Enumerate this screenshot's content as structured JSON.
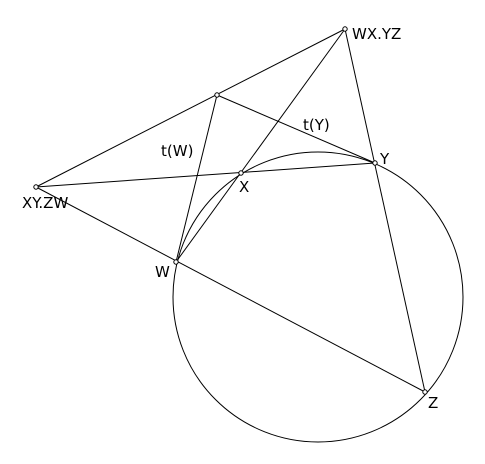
{
  "diagram": {
    "stroke_color": "#000000",
    "background_color": "#ffffff",
    "labels": {
      "point_wx_yz": "WX.YZ",
      "point_xy_zw": "XY.ZW",
      "point_w": "W",
      "point_x": "X",
      "point_y": "Y",
      "point_z": "Z",
      "tangent_w": "t(W)",
      "tangent_y": "t(Y)"
    }
  }
}
